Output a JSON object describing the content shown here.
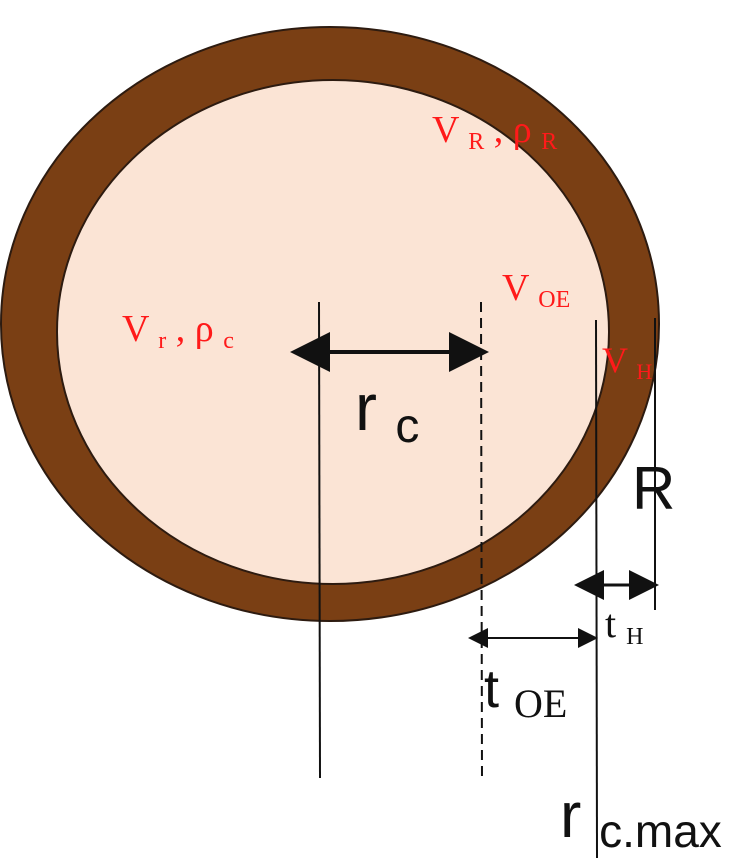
{
  "colors": {
    "shell": "#7a3f14",
    "core": "#fbe4d5",
    "ink": "#111111",
    "label_red": "#ff1a1a"
  },
  "labels": {
    "VR": {
      "main": "V",
      "sub": "R",
      "rest": ", ρ",
      "rest_sub": "R"
    },
    "Vr": {
      "main": "V",
      "sub": "r",
      "rest": ", ρ",
      "rest_sub": "c"
    },
    "VOE": {
      "main": "V",
      "sub": "OE"
    },
    "VH": {
      "main": "V",
      "sub": "H"
    },
    "rc": {
      "main": "r",
      "sub": "c"
    },
    "R": {
      "main": "R"
    },
    "tH": {
      "main": "t",
      "sub": "H"
    },
    "tOE": {
      "main": "t",
      "sub": "OE"
    },
    "rcmax": {
      "main": "r",
      "sub": "c.max"
    }
  }
}
